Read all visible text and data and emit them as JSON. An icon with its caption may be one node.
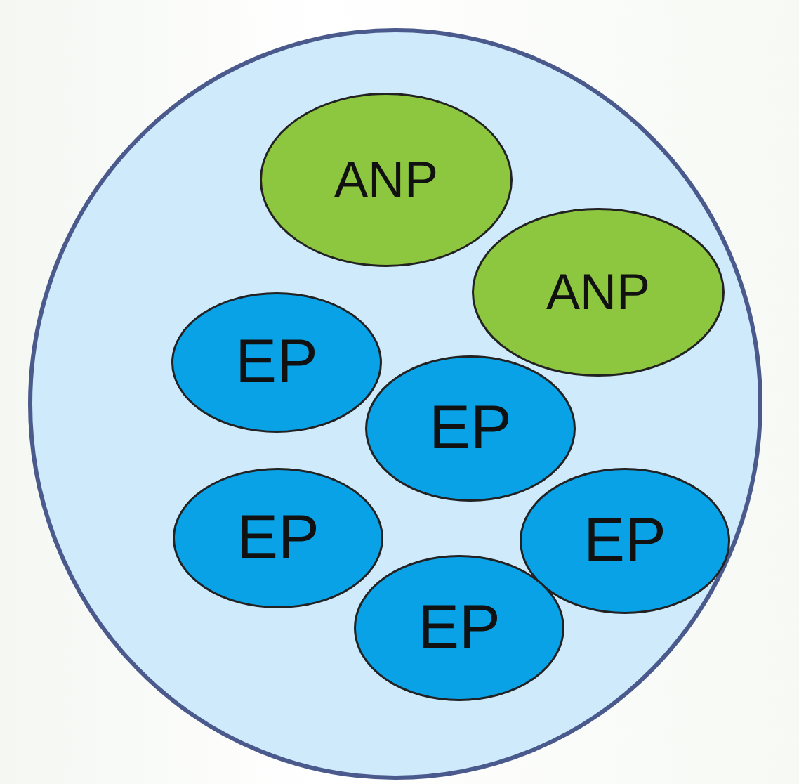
{
  "diagram": {
    "nodes": [
      {
        "text": [],
        "shape": "circle"
      },
      {
        "text": [
          "ANP"
        ],
        "in": 0
      },
      {
        "text": [
          "ANP"
        ],
        "in": 0
      },
      {
        "text": [
          "EP"
        ],
        "in": 0
      },
      {
        "text": [
          "EP"
        ],
        "in": 0
      },
      {
        "text": [
          "EP"
        ],
        "in": 0
      },
      {
        "text": [
          "EP"
        ],
        "in": 0
      },
      {
        "text": [
          "EP"
        ],
        "in": 0
      }
    ],
    "edges": []
  }
}
